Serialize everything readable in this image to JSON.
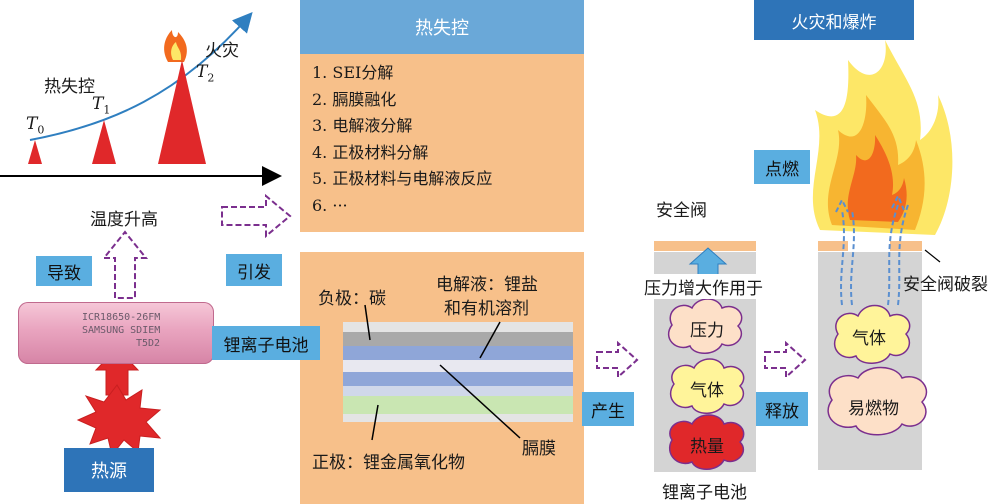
{
  "curve": {
    "label_thermal_runaway": "热失控",
    "label_fire": "火灾",
    "t0": "T",
    "t0_sub": "0",
    "t1": "T",
    "t1_sub": "1",
    "t2": "T",
    "t2_sub": "2"
  },
  "left": {
    "temp_rise": "温度升高",
    "leads_to": "导致",
    "battery_text_1": "ICR18650-26FM",
    "battery_text_2": "SAMSUNG SDIEM",
    "battery_text_3": "T5D2",
    "battery_label": "锂离子电池",
    "heat_source": "热源",
    "trigger": "引发"
  },
  "runaway": {
    "header": "热失控",
    "steps": [
      "1. SEI分解",
      "2. 膈膜融化",
      "3. 电解液分解",
      "4. 正极材料分解",
      "5. 正极材料与电解液反应",
      "6. ···"
    ]
  },
  "cell": {
    "anode": "负极：碳",
    "electrolyte_1": "电解液：锂盐",
    "electrolyte_2": "和有机溶剂",
    "cathode": "正极：锂金属氧化物",
    "separator": "膈膜"
  },
  "produce": "产生",
  "battery2": {
    "valve": "安全阀",
    "pressure_acts": "压力增大作用于",
    "pressure": "压力",
    "gas": "气体",
    "heat": "热量",
    "caption": "锂离子电池"
  },
  "release": "释放",
  "fire": {
    "header": "火灾和爆炸",
    "ignite": "点燃",
    "valve_rupture": "安全阀破裂",
    "gas": "气体",
    "flammable": "易燃物"
  },
  "colors": {
    "red": "#e0282a",
    "blue": "#5aaee0",
    "orange_panel": "#f7c08a",
    "header_blue": "#6aa8d8",
    "purple": "#7b2f8e",
    "gray": "#d4d4d4",
    "cloud_yellow": "#fff49a",
    "cloud_peach": "#fde0c8"
  }
}
